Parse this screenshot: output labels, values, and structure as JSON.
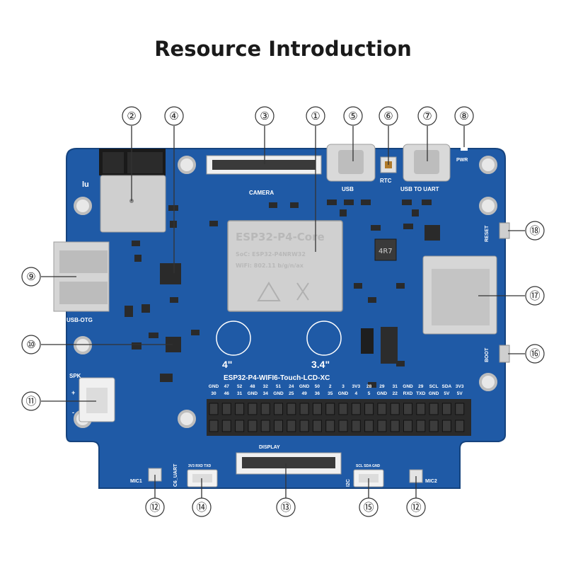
{
  "title": "Resource Introduction",
  "board": {
    "name": "ESP32-P4-WIFI6-Touch-LCD-XC",
    "module_name": "ESP32-P4-Core",
    "module_soc": "SoC: ESP32-P4NRW32",
    "module_wifi": "WiFi: 802.11 b/g/n/ax",
    "inductor_mark": "4R7",
    "colors": {
      "pcb": "#1f5aa6",
      "pcb_edge": "#15437e",
      "shield": "#d6d6d6",
      "header": "#2a2a2a"
    }
  },
  "silkscreen": {
    "lu": "lu",
    "camera": "CAMERA",
    "usb": "USB",
    "rtc": "RTC",
    "usb_to_uart": "USB TO UART",
    "pwr": "PWR",
    "reset": "RESET",
    "boot": "BOOT",
    "usb_otg": "USB-OTG",
    "spk": "SPK",
    "plus": "+",
    "minus": "-",
    "size_4": "4\"",
    "size_34": "3.4\"",
    "display": "DISPLAY",
    "mic1": "MIC1",
    "mic2": "MIC2",
    "c6_uart": "C6_UART",
    "c6_pins": "3V3 RXD TXD",
    "i2c": "I2C",
    "i2c_pins": "SCL SDA GND"
  },
  "gpio_top_row": [
    "GND",
    "47",
    "52",
    "48",
    "32",
    "51",
    "24",
    "GND",
    "50",
    "2",
    "3",
    "3V3",
    "28",
    "29",
    "31",
    "GND",
    "29",
    "SCL",
    "SDA",
    "3V3"
  ],
  "gpio_bottom_row": [
    "30",
    "46",
    "31",
    "GND",
    "34",
    "GND",
    "25",
    "49",
    "36",
    "35",
    "GND",
    "4",
    "5",
    "GND",
    "22",
    "RXD",
    "TXD",
    "GND",
    "5V",
    "5V"
  ],
  "callouts": [
    {
      "num": "②",
      "target": "wifi-module"
    },
    {
      "num": "④",
      "target": "audio-codec"
    },
    {
      "num": "③",
      "target": "camera-connector"
    },
    {
      "num": "①",
      "target": "esp32-p4-core"
    },
    {
      "num": "⑤",
      "target": "usb-port"
    },
    {
      "num": "⑥",
      "target": "rtc-header"
    },
    {
      "num": "⑦",
      "target": "usb-to-uart-port"
    },
    {
      "num": "⑧",
      "target": "power-led"
    },
    {
      "num": "⑱",
      "target": "reset-button"
    },
    {
      "num": "⑨",
      "target": "usb-otg-port"
    },
    {
      "num": "⑰",
      "target": "tf-card-slot"
    },
    {
      "num": "⑩",
      "target": "amplifier-chip"
    },
    {
      "num": "⑯",
      "target": "boot-button"
    },
    {
      "num": "⑪",
      "target": "speaker-header"
    },
    {
      "num": "⑫",
      "target": "mic1"
    },
    {
      "num": "⑭",
      "target": "c6-uart-header"
    },
    {
      "num": "⑬",
      "target": "display-connector"
    },
    {
      "num": "⑮",
      "target": "i2c-header"
    },
    {
      "num": "⑫",
      "target": "mic2"
    }
  ]
}
